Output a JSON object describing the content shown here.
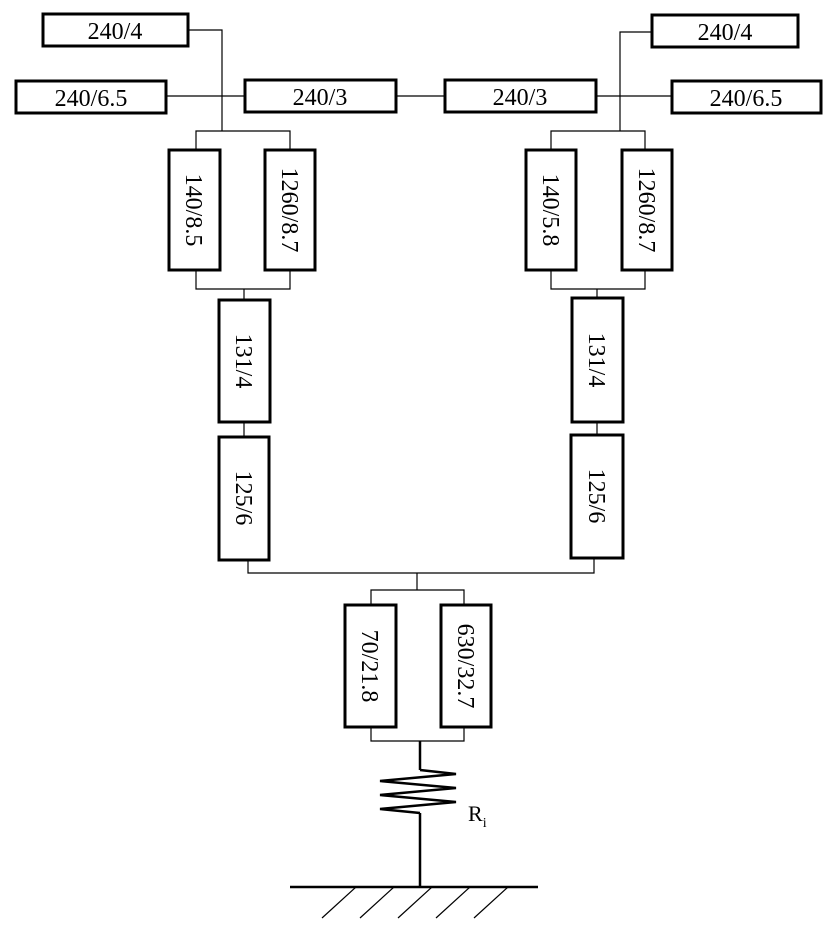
{
  "diagram": {
    "top_left": {
      "upper": "240/4",
      "outer": "240/6.5",
      "inner": "240/3"
    },
    "top_right": {
      "upper": "240/4",
      "outer": "240/6.5",
      "inner": "240/3"
    },
    "left_branch": {
      "parallel_a": "140/8.5",
      "parallel_b": "1260/8.7",
      "series_1": "131/4",
      "series_2": "125/6"
    },
    "right_branch": {
      "parallel_a": "140/5.8",
      "parallel_b": "1260/8.7",
      "series_1": "131/4",
      "series_2": "125/6"
    },
    "bottom": {
      "parallel_a": "70/21.8",
      "parallel_b": "630/32.7"
    },
    "resistor": {
      "symbol": "R",
      "subscript": "i"
    }
  }
}
